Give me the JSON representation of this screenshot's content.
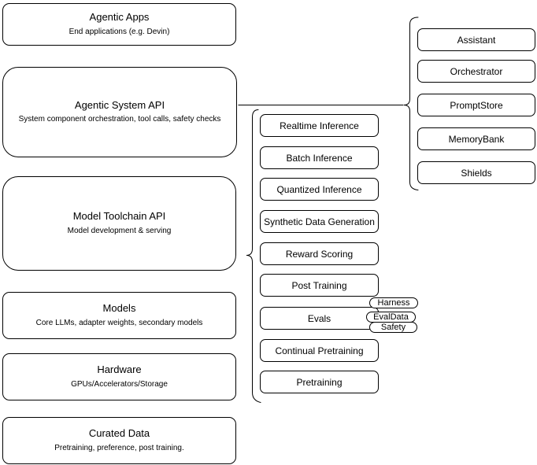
{
  "diagram": {
    "stack": [
      {
        "title": "Agentic Apps",
        "subtitle": "End applications (e.g. Devin)"
      },
      {
        "title": "Agentic System API",
        "subtitle": "System component orchestration, tool calls, safety checks"
      },
      {
        "title": "Model Toolchain API",
        "subtitle": "Model development & serving"
      },
      {
        "title": "Models",
        "subtitle": "Core LLMs, adapter weights, secondary models"
      },
      {
        "title": "Hardware",
        "subtitle": "GPUs/Accelerators/Storage"
      },
      {
        "title": "Curated Data",
        "subtitle": "Pretraining, preference, post training."
      }
    ],
    "toolchain_components": [
      {
        "label": "Realtime Inference"
      },
      {
        "label": "Batch Inference"
      },
      {
        "label": "Quantized Inference"
      },
      {
        "label": "Synthetic Data Generation"
      },
      {
        "label": "Reward Scoring"
      },
      {
        "label": "Post Training"
      },
      {
        "label": "Evals"
      },
      {
        "label": "Continual Pretraining"
      },
      {
        "label": "Pretraining"
      }
    ],
    "evals_tags": [
      {
        "label": "Harness"
      },
      {
        "label": "EvalData"
      },
      {
        "label": "Safety"
      }
    ],
    "system_components": [
      {
        "label": "Assistant"
      },
      {
        "label": "Orchestrator"
      },
      {
        "label": "PromptStore"
      },
      {
        "label": "MemoryBank"
      },
      {
        "label": "Shields"
      }
    ],
    "colors": {
      "stroke": "#000000",
      "fill": "#ffffff",
      "background": "#ffffff",
      "text": "#000000"
    }
  }
}
